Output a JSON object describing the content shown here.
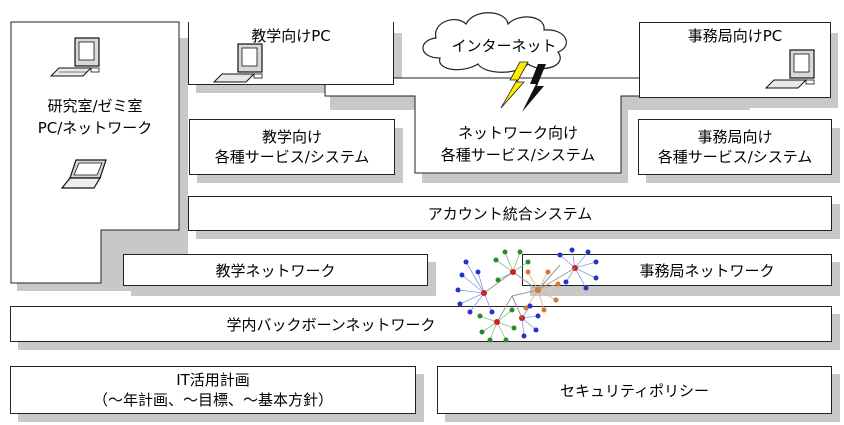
{
  "diagram": {
    "research_pc_network": {
      "line1": "研究室/ゼミ室",
      "line2": "PC/ネットワーク"
    },
    "education_pc": "教学向けPC",
    "internet": "インターネット",
    "office_pc": "事務局向けPC",
    "education_services": {
      "line1": "教学向け",
      "line2": "各種サービス/システム"
    },
    "network_services": {
      "line1": "ネットワーク向け",
      "line2": "各種サービス/システム"
    },
    "office_services": {
      "line1": "事務局向け",
      "line2": "各種サービス/システム"
    },
    "account_integration": "アカウント統合システム",
    "education_network": "教学ネットワーク",
    "office_network": "事務局ネットワーク",
    "backbone_network": "学内バックボーンネットワーク",
    "it_plan": {
      "line1": "IT活用計画",
      "line2": "（～年計画、～目標、～基本方針）"
    },
    "security_policy": "セキュリティポリシー"
  },
  "icons": [
    "desktop-pc-icon",
    "laptop-icon",
    "cloud-icon",
    "lightning-icon",
    "network-graph-icon"
  ],
  "colors": {
    "shadow": "#c8c8c8",
    "border": "#222222",
    "lightning_yellow": "#ffee00",
    "node_blue": "#2233cc",
    "node_green": "#2a8a2a",
    "node_orange": "#d07a2a",
    "node_red": "#cc2222"
  }
}
